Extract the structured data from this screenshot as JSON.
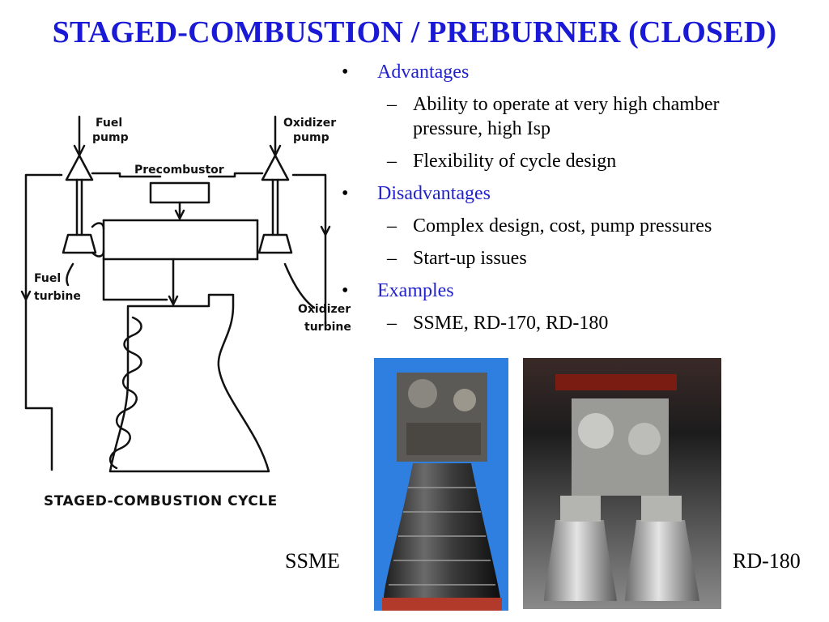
{
  "title": "STAGED-COMBUSTION / PREBURNER (CLOSED)",
  "bullets": {
    "advantages": {
      "heading": "Advantages",
      "items": [
        "Ability to operate at very high chamber",
        "pressure, high Isp",
        "Flexibility of cycle design"
      ]
    },
    "disadvantages": {
      "heading": "Disadvantages",
      "items": [
        "Complex design, cost, pump pressures",
        "Start-up issues"
      ]
    },
    "examples": {
      "heading": "Examples",
      "items": [
        "SSME, RD-170, RD-180"
      ]
    }
  },
  "diagram": {
    "fuel_pump_1": "Fuel",
    "fuel_pump_2": "pump",
    "oxidizer_pump_1": "Oxidizer",
    "oxidizer_pump_2": "pump",
    "precombustor": "Precombustor",
    "fuel_turbine_1": "Fuel",
    "fuel_turbine_2": "turbine",
    "oxidizer_turbine_1": "Oxidizer",
    "oxidizer_turbine_2": "turbine",
    "caption": "STAGED-COMBUSTION CYCLE"
  },
  "photos": {
    "ssme_label": "SSME",
    "rd180_label": "RD-180"
  }
}
